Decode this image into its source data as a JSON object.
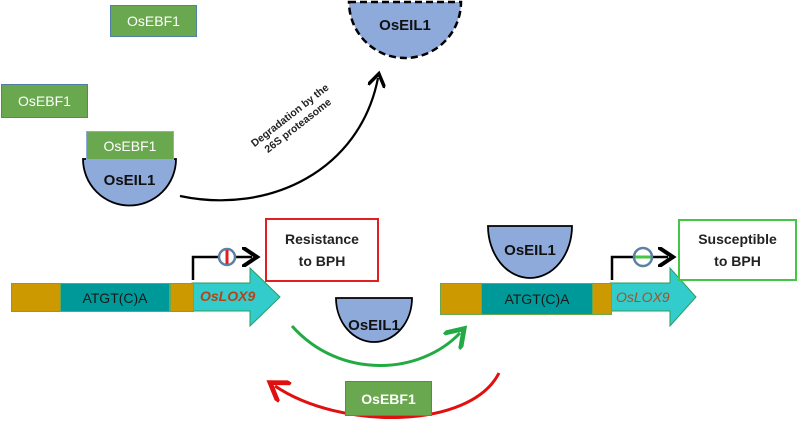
{
  "colors": {
    "ebf_fill": "#6aa84f",
    "eil_fill": "#8eaadb",
    "ochre": "#cc9900",
    "teal_dark": "#009999",
    "teal_light": "#33cccc",
    "resistance_border": "#e02020",
    "susceptible_border": "#44c744",
    "green_arrow": "#22aa44",
    "red_arrow": "#e01010",
    "gene_label_left": "#b5431a",
    "gene_label_right": "#a0522d"
  },
  "free_ebf": [
    {
      "label": "OsEBF1"
    },
    {
      "label": "OsEBF1"
    }
  ],
  "complex": {
    "ebf_label": "OsEBF1",
    "eil_label": "OsEIL1"
  },
  "degraded": {
    "eil_label": "OsEIL1"
  },
  "degradation_label": {
    "line1": "Degradation by the",
    "line2": "26S proteasome"
  },
  "left_gene": {
    "motif": "ATGT(C)A",
    "gene": "OsLOX9",
    "outcome_line1": "Resistance",
    "outcome_line2": "to BPH",
    "transcription": "blocked"
  },
  "right_gene": {
    "motif": "ATGT(C)A",
    "gene": "OsLOX9",
    "bound_factor": "OsEIL1",
    "outcome_line1": "Susceptible",
    "outcome_line2": "to BPH",
    "transcription": "active"
  },
  "middle": {
    "eil_label": "OsEIL1",
    "ebf_label": "OsEBF1"
  }
}
